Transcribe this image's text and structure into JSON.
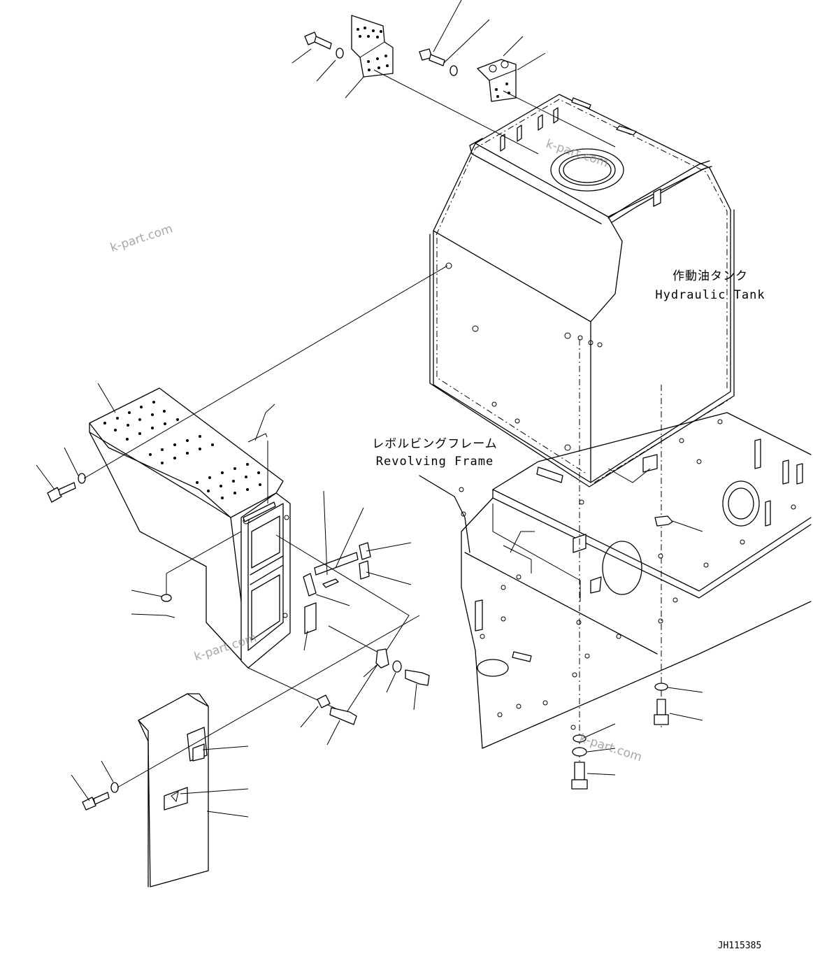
{
  "labels": {
    "hydraulic_tank_jp": "作動油タンク",
    "hydraulic_tank_en": "Hydraulic Tank",
    "revolving_frame_jp": "レボルビングフレーム",
    "revolving_frame_en": "Revolving Frame"
  },
  "watermarks": [
    "k-part.com",
    "k-part.com",
    "k-part.com",
    "k-part.com"
  ],
  "drawing_code": "JH115385"
}
